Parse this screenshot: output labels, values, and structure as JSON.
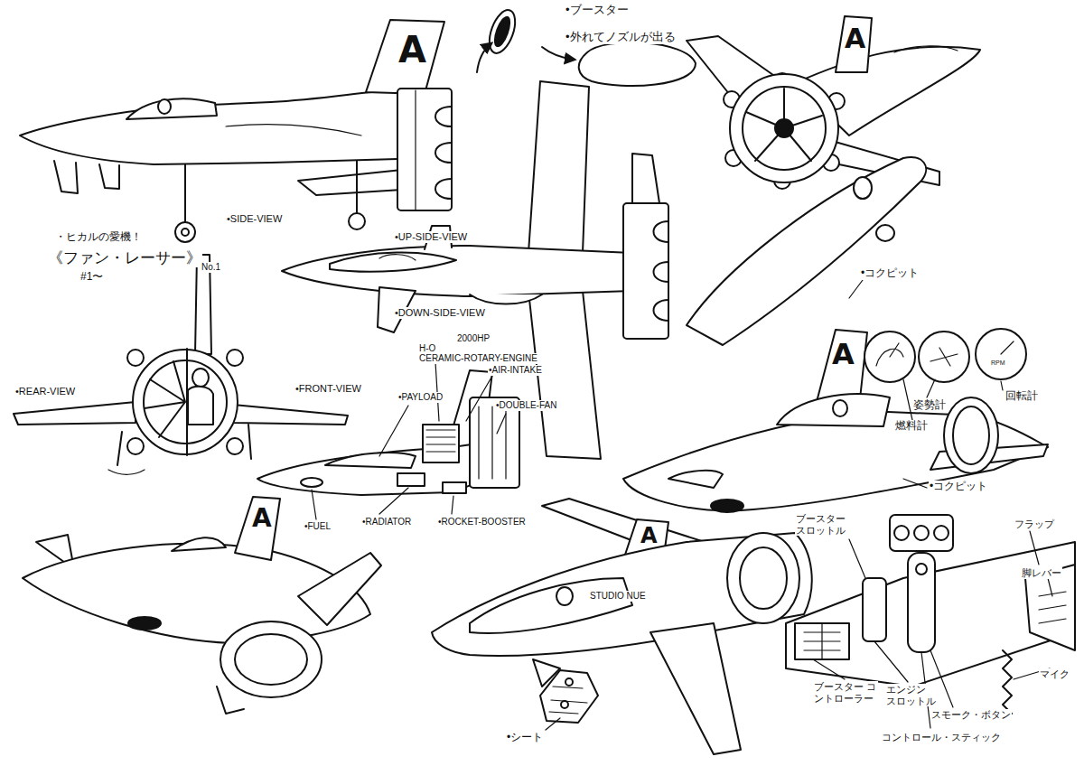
{
  "diagram": {
    "labels": [
      "•ブースター",
      "•外れてノズルが出る",
      "A",
      "A",
      "•SIDE-VIEW",
      "•UP-SIDE-VIEW",
      "・ヒカルの愛機！",
      "《ファン・レーサー》",
      "No.1",
      "#1〜",
      "•DOWN-SIDE-VIEW",
      "•コクピット",
      "H-O",
      "2000HP",
      "CERAMIC-ROTARY-ENGINE",
      "•AIR-INTAKE",
      "A",
      "RPM",
      "•REAR-VIEW",
      "•FRONT-VIEW",
      "•PAYLOAD",
      "•DOUBLE-FAN",
      "回転計",
      "姿勢計",
      "燃料計",
      "•コクピット",
      "A",
      "•FUEL",
      "•RADIATOR",
      "•ROCKET-BOOSTER",
      "フラップ",
      "ブースター スロットル",
      "A",
      "STUDIO NUE",
      "脚レバー",
      "マイク",
      "ブースター コントローラー",
      "エンジン スロットル",
      "スモーク・ボタン",
      "コントロール・スティック",
      "•シート"
    ]
  }
}
